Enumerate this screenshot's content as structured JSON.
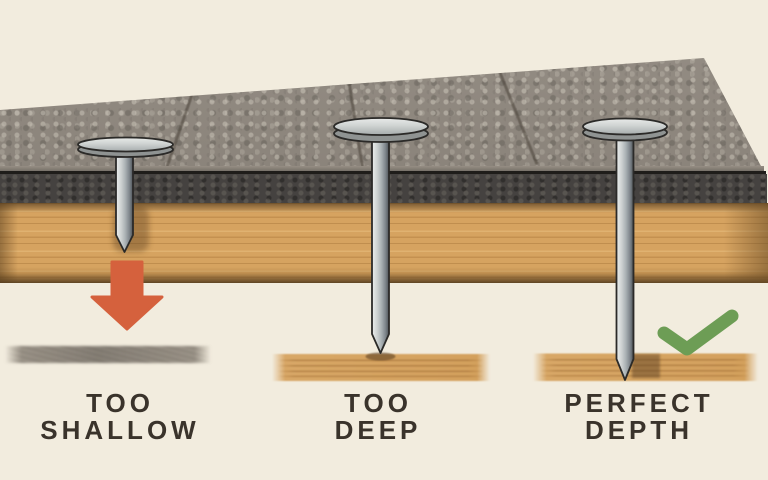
{
  "diagram": {
    "background_color": "#f2ecde",
    "text_color": "#3a332b",
    "panels": [
      {
        "name": "too-shallow",
        "line1": "TOO",
        "line2": "SHALLOW"
      },
      {
        "name": "too-deep",
        "line1": "TOO",
        "line2": "DEEP"
      },
      {
        "name": "perfect-depth",
        "line1": "PERFECT",
        "line2": "DEPTH"
      }
    ],
    "icons": {
      "down_arrow": {
        "name": "down-arrow-icon",
        "color": "#d5613d"
      },
      "checkmark": {
        "name": "checkmark-icon",
        "color": "#6d9d55"
      }
    },
    "materials": {
      "shingle": "#8a8278",
      "underlayment": "#454240",
      "wood": "#d6a360",
      "nail": "#c7cccd"
    }
  }
}
